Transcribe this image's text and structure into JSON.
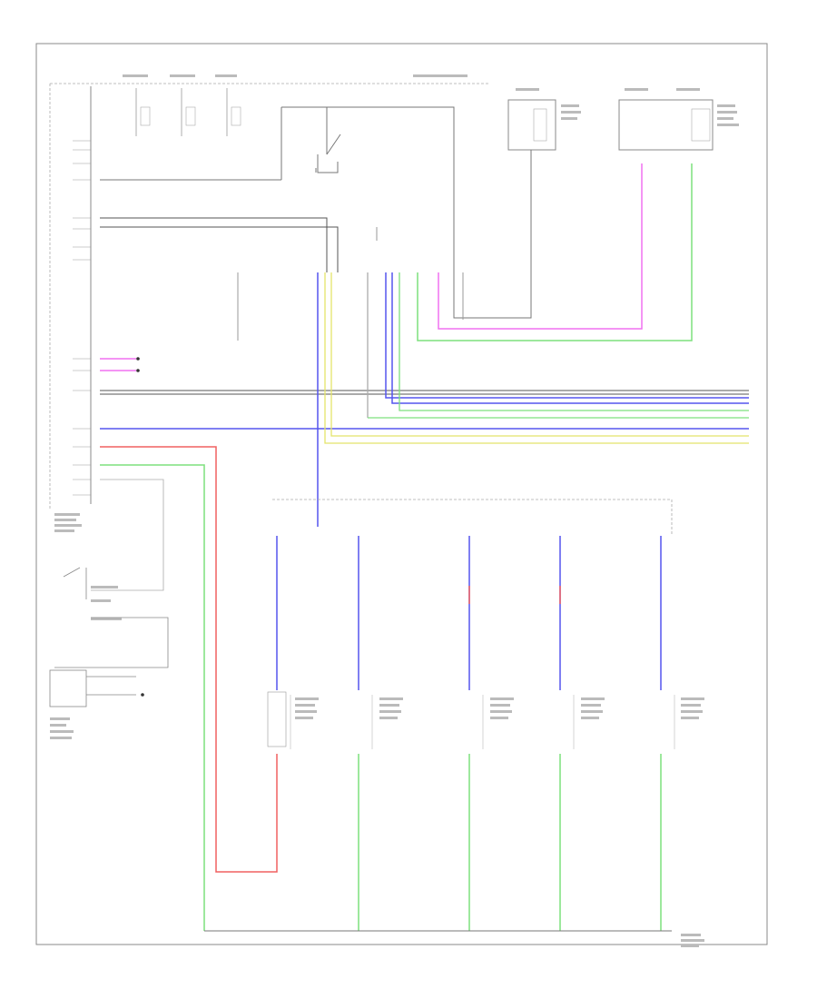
{
  "footer_code": "",
  "colors": {
    "frame": "#8a8a8a",
    "wire_black": "#555555",
    "wire_blue": "#5555ee",
    "wire_green": "#7de07d",
    "wire_yellow": "#e4e46a",
    "wire_red": "#f06060",
    "wire_pink": "#f070f0",
    "wire_gray": "#b0b0b0"
  },
  "components": {
    "left_module": "ecu-left-connector-block",
    "left_lower_switch": "switch-assembly",
    "left_lower_cluster": "instrument-cluster",
    "upper_left_fuses": [
      "fuse-1",
      "fuse-2",
      "fuse-3"
    ],
    "upper_center_relay": "relay",
    "upper_right_sensor_1": "sensor-1",
    "upper_right_sensor_2": "sensor-2",
    "lower_sensors": [
      "sensor-a",
      "sensor-b",
      "sensor-c",
      "sensor-d",
      "sensor-e"
    ],
    "ground_point": "ground-point"
  }
}
